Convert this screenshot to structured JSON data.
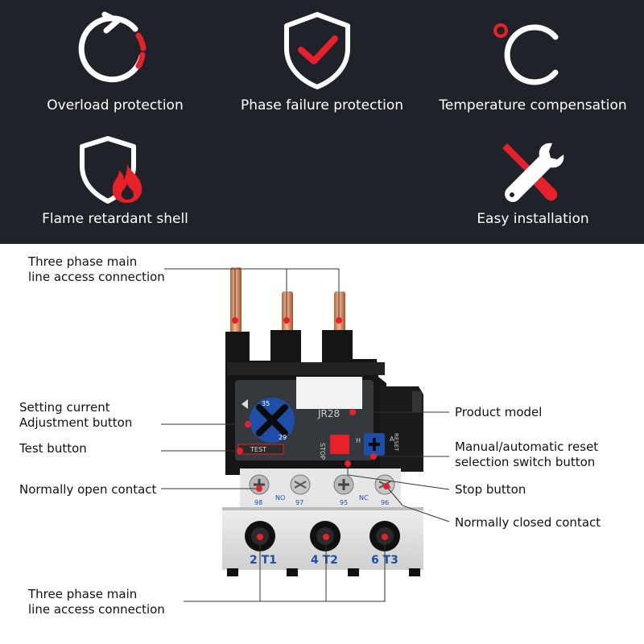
{
  "features": [
    {
      "label": "Overload protection",
      "icon": "refresh-circle-icon"
    },
    {
      "label": "Phase failure protection",
      "icon": "shield-check-icon"
    },
    {
      "label": "Temperature compensation",
      "icon": "celsius-icon"
    },
    {
      "label": "Flame retardant shell",
      "icon": "shield-flame-icon"
    },
    {
      "label": "Easy installation",
      "icon": "tools-icon"
    }
  ],
  "callouts": {
    "top_line_access": [
      "Three phase main",
      "line access connection"
    ],
    "setting_current": [
      "Setting current",
      "Adjustment button"
    ],
    "test_button": "Test button",
    "normally_open": "Normally open contact",
    "bottom_line_access": [
      "Three phase main",
      "line access connection"
    ],
    "product_model": "Product model",
    "manual_auto_reset": [
      "Manual/automatic reset",
      "selection switch button"
    ],
    "stop_button": "Stop button",
    "normally_closed": "Normally closed contact"
  },
  "device": {
    "model": "JR28",
    "test": "TEST",
    "stop": "STOP",
    "reset": "RESET",
    "h": "H",
    "a": "A",
    "terminal_98": "98",
    "terminal_no": "NO",
    "terminal_97": "97",
    "terminal_95": "95",
    "terminal_nc": "NC",
    "terminal_96": "96",
    "t1": "2 T1",
    "t2": "4 T2",
    "t3": "6 T3"
  },
  "colors": {
    "banner": "#1f2329",
    "accent_red": "#e8202a",
    "dial_blue": "#1e4fa8"
  }
}
